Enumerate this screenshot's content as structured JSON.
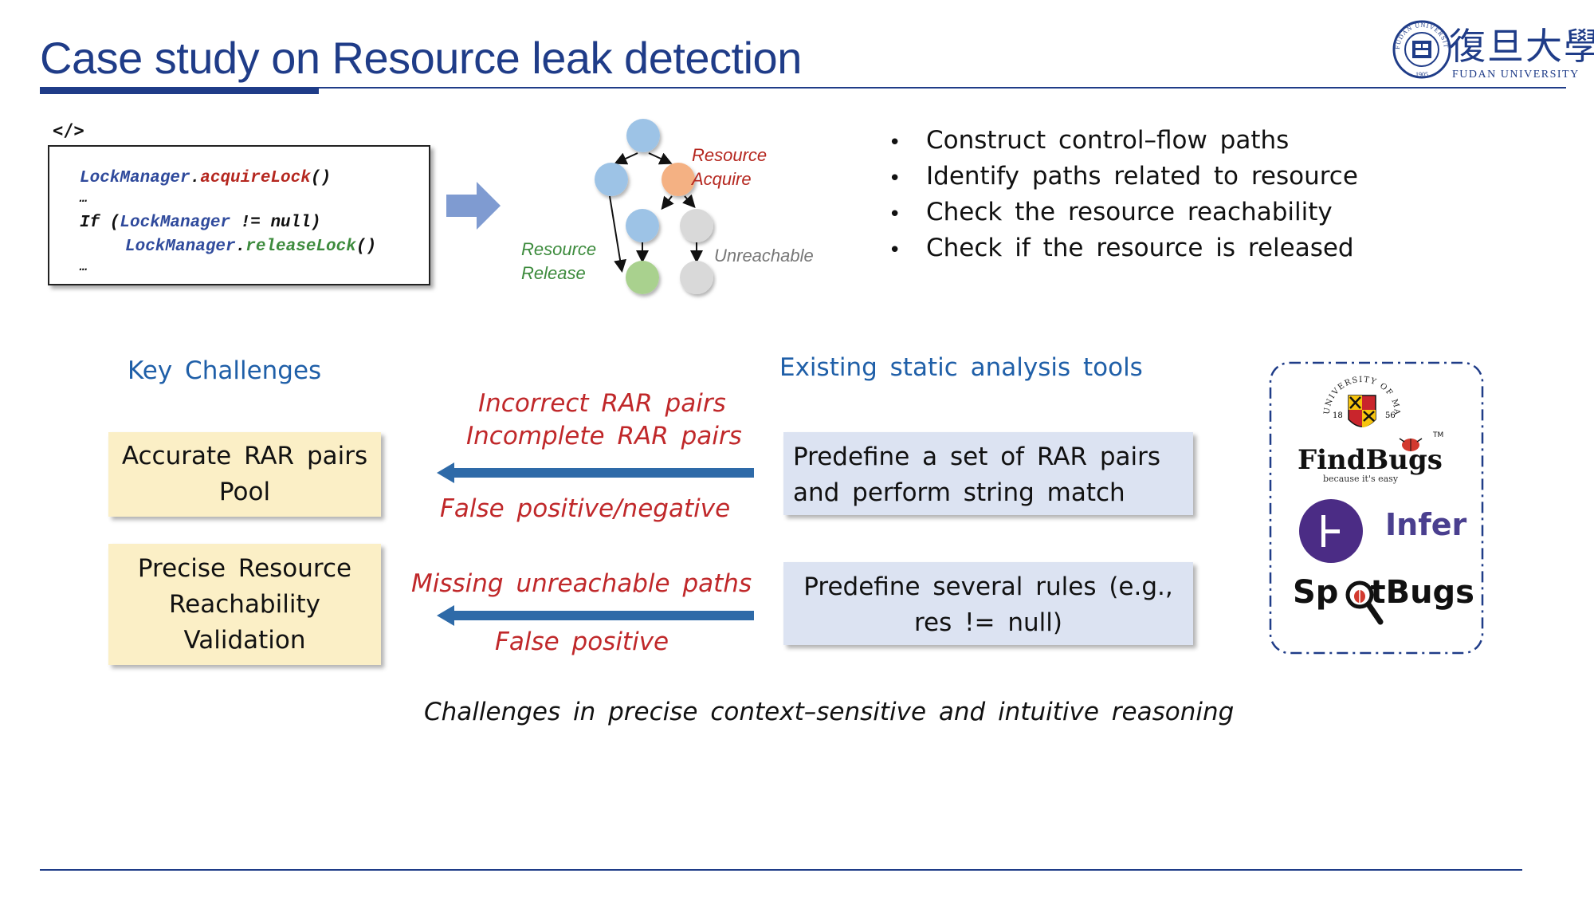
{
  "header": {
    "title": "Case study on Resource leak detection",
    "university_cn": "復旦大學",
    "university_en": "FUDAN UNIVERSITY",
    "seal_text": "FUDAN UNIVERSITY",
    "seal_year": "1905"
  },
  "code": {
    "tag": "</>",
    "line1_obj": "LockManager",
    "line1_dot": ".",
    "line1_method": "acquireLock",
    "line1_paren": "()",
    "line2": "…",
    "line3_kw": "If (",
    "line3_obj": "LockManager",
    "line3_rest": " != null)",
    "line4_obj": "LockManager",
    "line4_dot": ".",
    "line4_method": "releaseLock",
    "line4_paren": "()",
    "line5": "…"
  },
  "graph": {
    "resource_acquire": [
      "Resource",
      "Acquire"
    ],
    "resource_release": [
      "Resource",
      "Release"
    ],
    "unreachable": "Unreachable"
  },
  "bullets": [
    "Construct control–flow paths",
    "Identify paths related to resource",
    "Check the resource reachability",
    "Check if the resource is released"
  ],
  "key_challenges": {
    "heading": "Key Challenges",
    "box1": [
      "Accurate RAR pairs",
      "Pool"
    ],
    "box2": [
      "Precise Resource",
      "Reachability",
      "Validation"
    ]
  },
  "existing_tools": {
    "heading": "Existing static analysis tools",
    "box1": [
      "Predefine a set of RAR pairs",
      "and perform string match"
    ],
    "box2": [
      "Predefine several rules (e.g.,",
      "res != null)"
    ]
  },
  "arrow_notes": {
    "top_above1": "Incorrect RAR  pairs",
    "top_above2": "Incomplete RAR pairs",
    "top_below": "False positive/negative",
    "bottom_above": "Missing unreachable paths",
    "bottom_below": "False positive"
  },
  "bottom_note": "Challenges in precise context–sensitive and intuitive reasoning",
  "tools": {
    "umd_arc": "UNIVERSITY OF MARYLAND",
    "umd_left": "18",
    "umd_right": "56",
    "findbugs": "FindBugs",
    "findbugs_tm": "TM",
    "findbugs_tagline": "because it's easy",
    "infer": "Infer",
    "spotbugs_prefix": "Sp",
    "spotbugs_suffix": "tBugs"
  },
  "colors": {
    "title_blue": "#1f3c88",
    "heading_blue": "#1f5fa8",
    "note_red": "#c0282a",
    "arrow_blue": "#2e6aa8",
    "yellow_box": "#fbefc6",
    "blue_box": "#dce3f2"
  }
}
